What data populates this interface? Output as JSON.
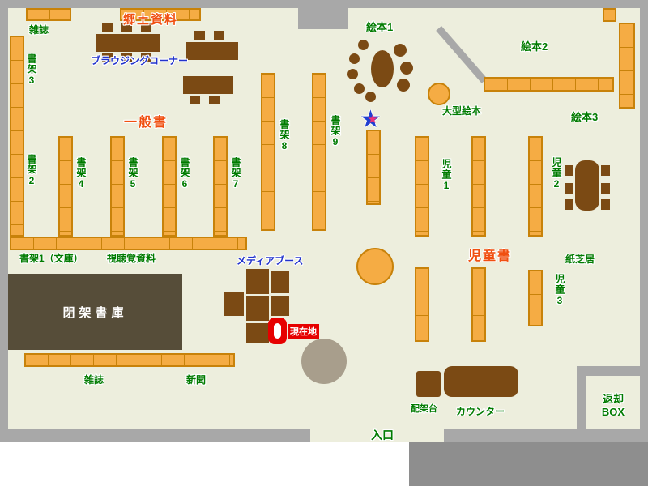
{
  "areas": {
    "kyodo": "郷土資料",
    "ippan": "一般書",
    "jido": "児童書"
  },
  "shelf_labels": {
    "shoka1_bunko": "書架1（文庫）",
    "shoka2": "書架2",
    "shoka3": "書架3",
    "shoka4": "書架4",
    "shoka5": "書架5",
    "shoka6": "書架6",
    "shoka7": "書架7",
    "shoka8": "書架8",
    "shoka9": "書架9",
    "jido1": "児童1",
    "jido2": "児童2",
    "jido3": "児童3",
    "ehon1": "絵本1",
    "ehon2": "絵本2",
    "ehon3": "絵本3"
  },
  "labels": {
    "zasshi_top": "雑誌",
    "zasshi_bottom": "雑誌",
    "shinbun": "新聞",
    "browsing_corner": "ブラウジングコーナー",
    "shichokaku_shiryo": "視聴覚資料",
    "heika_shoko": "閉架書庫",
    "media_booth": "メディアブース",
    "genzaichi": "現在地",
    "ogata_ehon": "大型絵本",
    "kamishibai": "紙芝居",
    "haikadai": "配架台",
    "counter": "カウンター",
    "henkyaku_line1": "返却",
    "henkyaku_line2": "BOX",
    "iriguchi": "入口"
  },
  "icons": {
    "star": "★"
  },
  "colors": {
    "floor": "#edeedd",
    "wall": "#a8a8a8",
    "shelf_fill": "#f5ac44",
    "shelf_border": "#c8820a",
    "furniture_brown": "#7b4a14",
    "closed_stack_fill": "#564d39",
    "label_green": "#007b00",
    "label_red": "#f04f10",
    "label_blue": "#2233cc",
    "marker_red": "#e60000",
    "star_blue": "#1f3fd0",
    "star_pink": "#ee3377"
  }
}
